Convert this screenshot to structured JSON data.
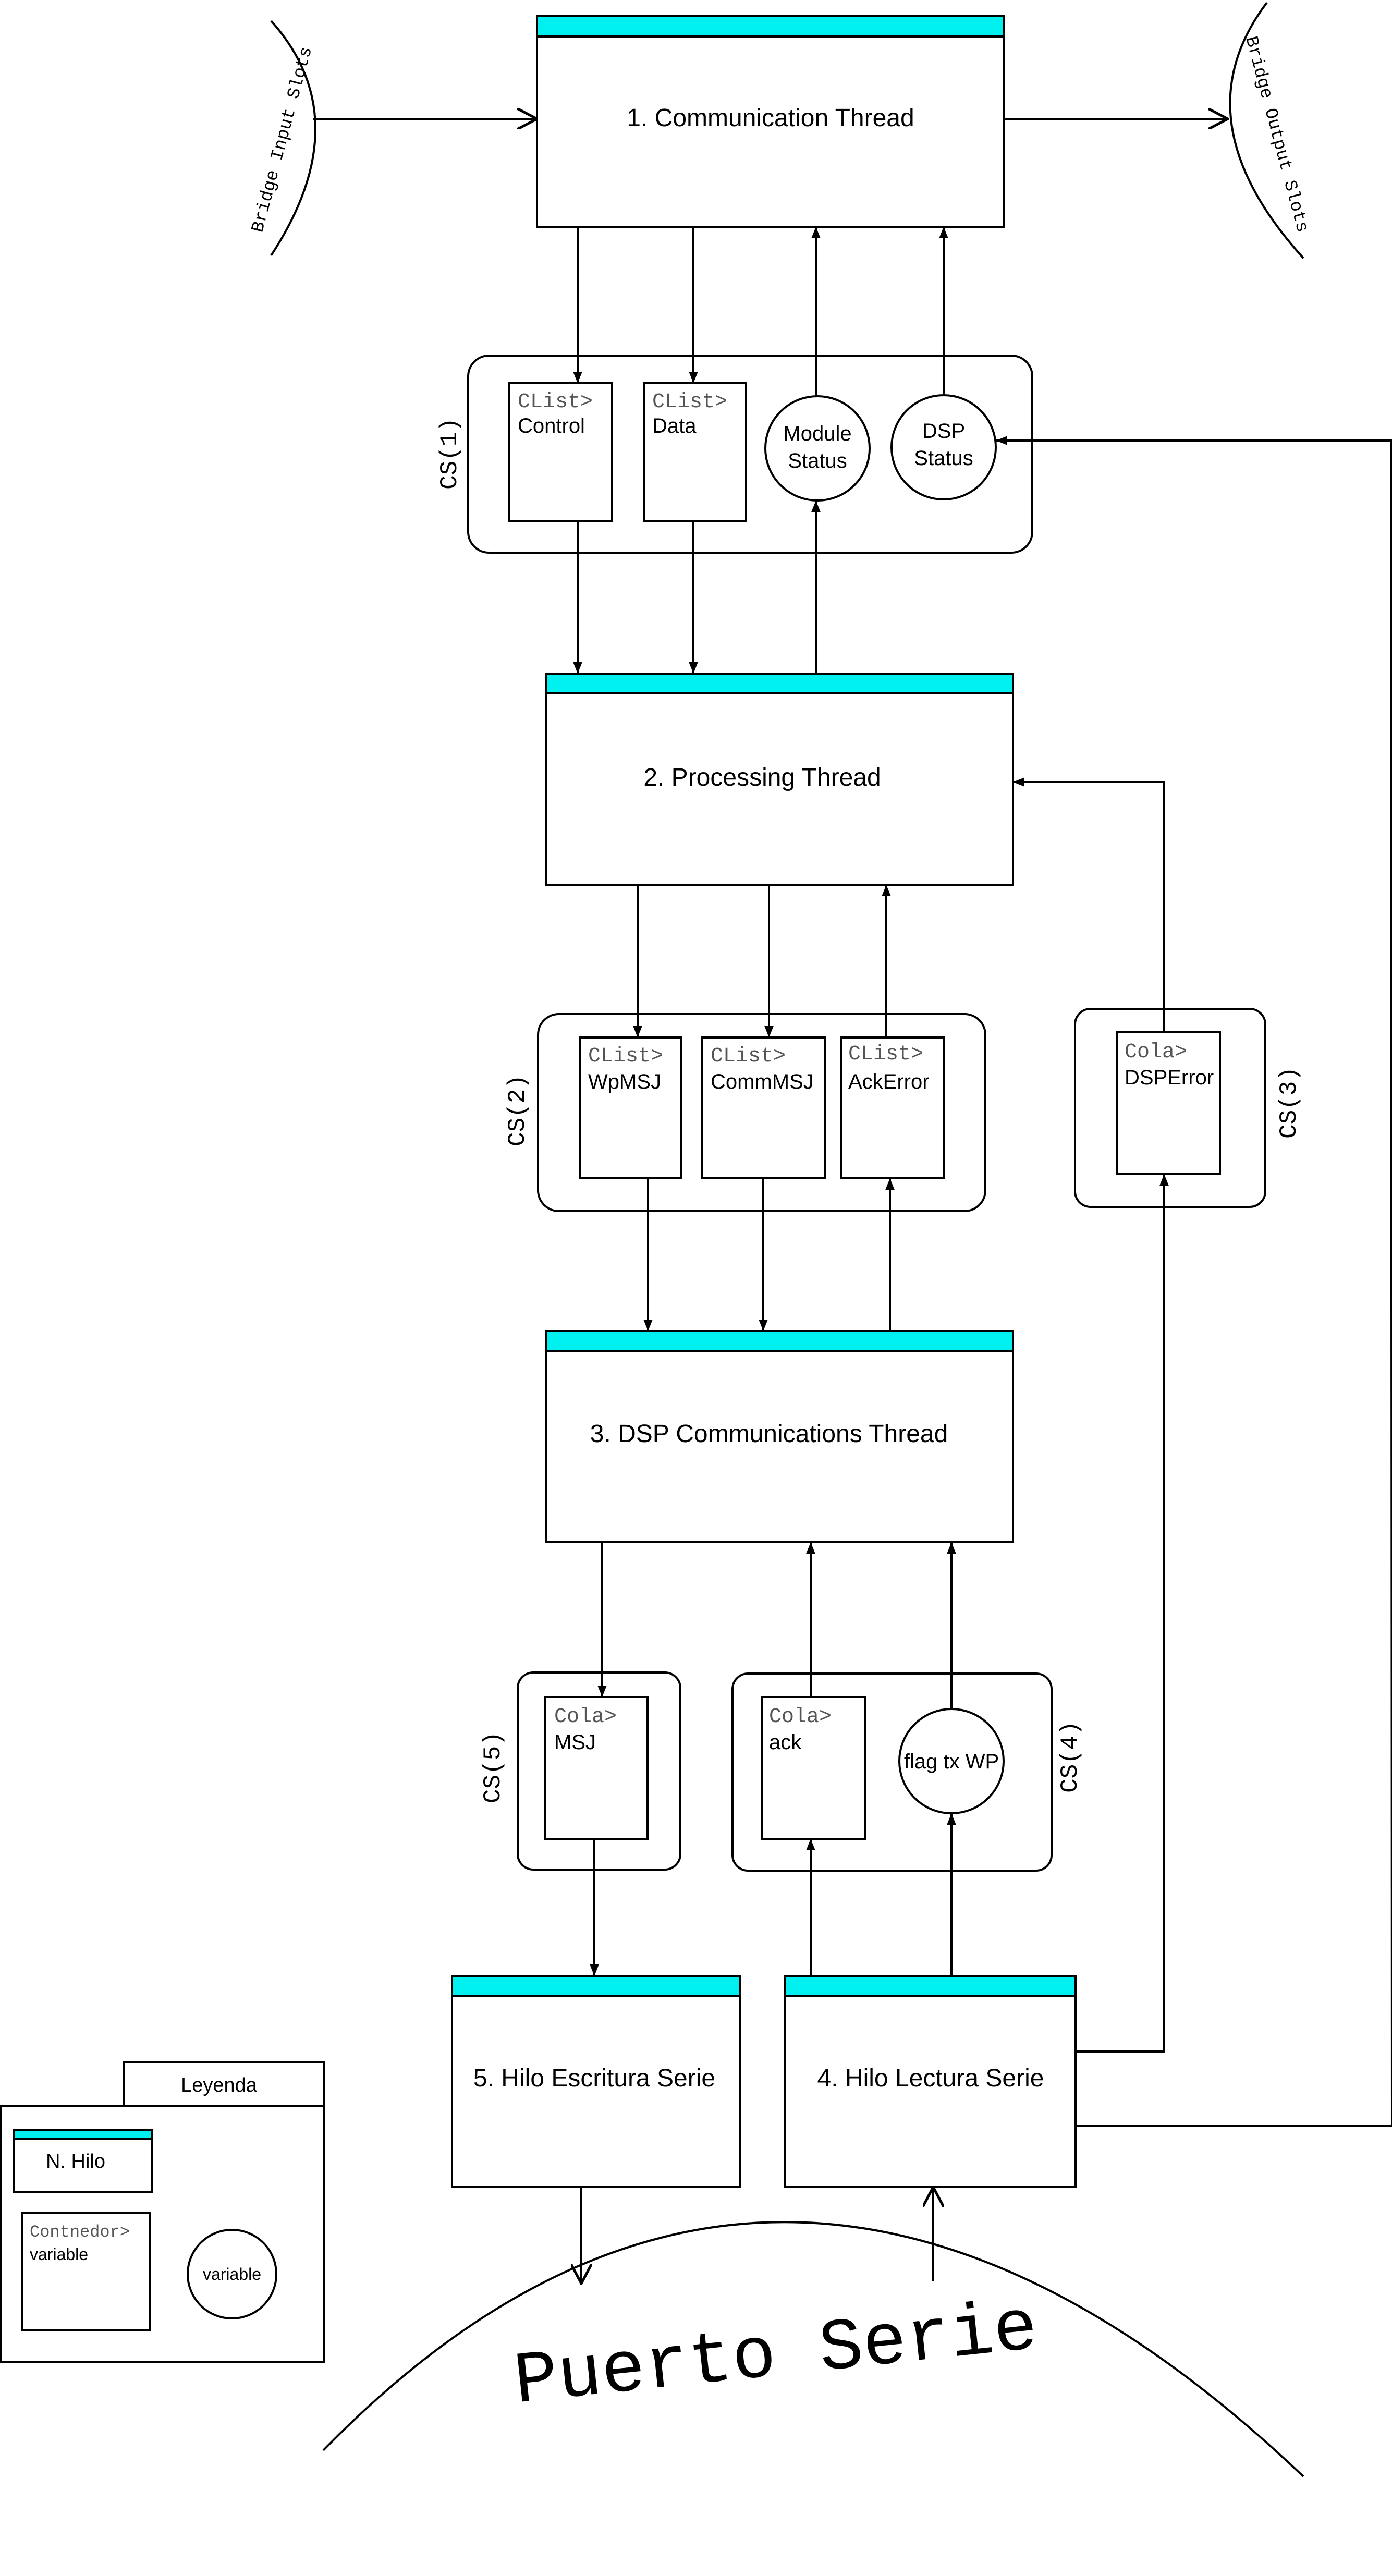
{
  "colors": {
    "thread_bar": "#00f0f0",
    "stroke": "#000000"
  },
  "slots": {
    "input": "Bridge Input Slots",
    "output": "Bridge Output Slots"
  },
  "threads": {
    "t1": "1. Communication Thread",
    "t2": "2. Processing Thread",
    "t3": "3. DSP Communications Thread",
    "t4": "4. Hilo Lectura Serie",
    "t5": "5. Hilo Escritura Serie"
  },
  "cs": {
    "cs1": "CS(1)",
    "cs2": "CS(2)",
    "cs3": "CS(3)",
    "cs4": "CS(4)",
    "cs5": "CS(5)"
  },
  "containers": {
    "control": {
      "type": "CList>",
      "name": "Control"
    },
    "data": {
      "type": "CList>",
      "name": "Data"
    },
    "wpmsj": {
      "type": "CList>",
      "name": "WpMSJ"
    },
    "commmsj": {
      "type": "CList>",
      "name": "CommMSJ"
    },
    "ackerror": {
      "type": "CList>",
      "name": "AckError"
    },
    "dsperror": {
      "type": "Cola>",
      "name": "DSPError"
    },
    "msj": {
      "type": "Cola>",
      "name": "MSJ"
    },
    "ack": {
      "type": "Cola>",
      "name": "ack"
    }
  },
  "variables": {
    "module_status_1": "Module",
    "module_status_2": "Status",
    "dsp_status_1": "DSP",
    "dsp_status_2": "Status",
    "flag_tx_wp": "flag tx WP"
  },
  "serial_port": "Puerto Serie",
  "legend": {
    "title": "Leyenda",
    "thread": "N. Hilo",
    "container": "Contnedor>",
    "container_var": "variable",
    "variable": "variable"
  }
}
